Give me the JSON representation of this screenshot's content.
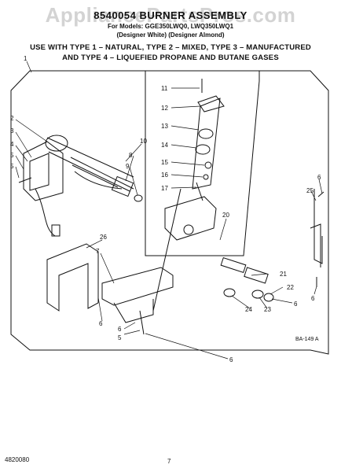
{
  "watermark": "AppliancePartsPros.com",
  "header": {
    "title": "8540054 BURNER ASSEMBLY",
    "models": "For Models: GGE350LWQ0, LWQ350LWQ1",
    "subtitle": "(Designer White) (Designer Almond)"
  },
  "usage": {
    "line1": "USE WITH TYPE 1 – NATURAL, TYPE 2 – MIXED, TYPE 3 – MANUFACTURED",
    "line2": "AND TYPE 4 – LIQUEFIED PROPANE AND BUTANE GASES"
  },
  "reference": "BA-149 A",
  "footer": {
    "doc_number": "4820080",
    "page": "7"
  },
  "callouts": {
    "c1": "1",
    "c2": "2",
    "c3": "3",
    "c4": "4",
    "c5": "5",
    "c5b": "5",
    "c6a": "6",
    "c6b": "6",
    "c6c": "6",
    "c6d": "6",
    "c6e": "6",
    "c7": "7",
    "c8": "8",
    "c9": "9",
    "c10": "10",
    "c11": "11",
    "c12": "12",
    "c13": "13",
    "c14": "14",
    "c15": "15",
    "c16": "16",
    "c17": "17",
    "c20": "20",
    "c21": "21",
    "c22": "22",
    "c23": "23",
    "c24": "24",
    "c25": "25",
    "c26": "26"
  },
  "colors": {
    "ink": "#111111",
    "watermark": "#969696"
  }
}
